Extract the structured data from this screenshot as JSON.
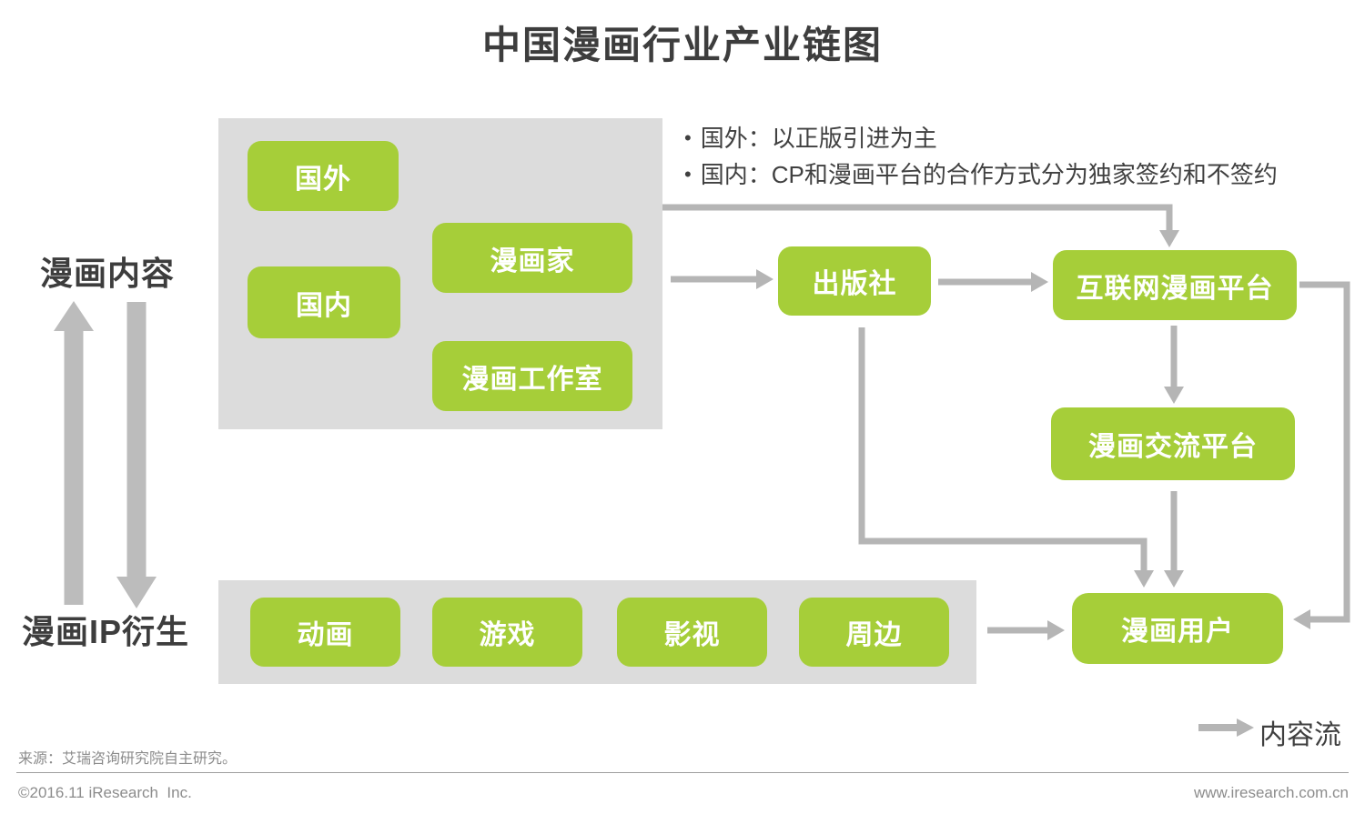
{
  "title": "中国漫画行业产业链图",
  "side_labels": {
    "top": "漫画内容",
    "bottom": "漫画IP衍生"
  },
  "notes": {
    "bullet": "•",
    "items": [
      "国外：以正版引进为主",
      "国内：CP和漫画平台的合作方式分为独家签约和不签约"
    ]
  },
  "nodes": {
    "foreign": "国外",
    "domestic": "国内",
    "artist": "漫画家",
    "studio": "漫画工作室",
    "publisher": "出版社",
    "platform": "互联网漫画平台",
    "exchange": "漫画交流平台",
    "user": "漫画用户",
    "anime": "动画",
    "game": "游戏",
    "film": "影视",
    "merch": "周边"
  },
  "legend": {
    "label": "内容流"
  },
  "source": "来源：艾瑞咨询研究院自主研究。",
  "footer": {
    "left": "©2016.11 iResearch  Inc.",
    "right": "www.iresearch.com.cn"
  },
  "colors": {
    "green": "#a6ce39",
    "panel_gray": "#dcdcdc",
    "arrow_gray": "#b5b5b5",
    "title_text": "#3d3d3d",
    "muted_text": "#8c8c8c"
  }
}
